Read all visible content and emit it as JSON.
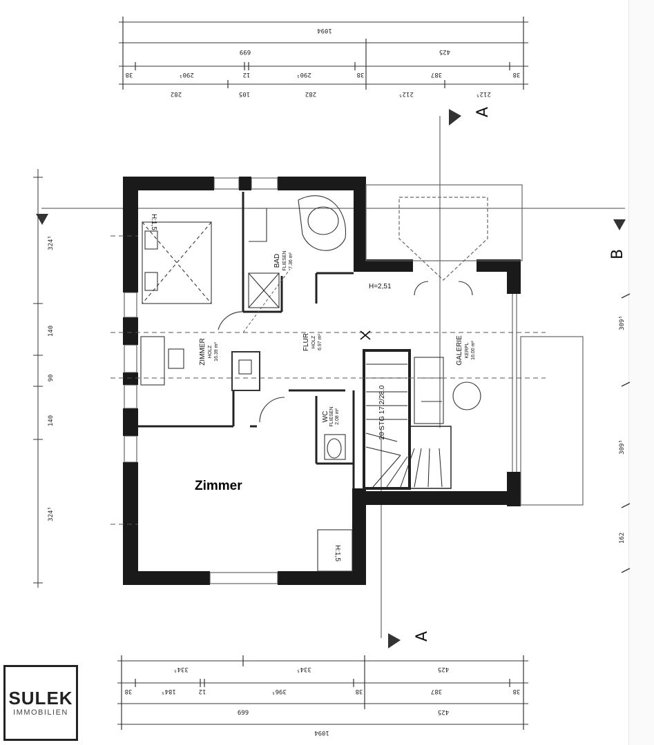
{
  "dimensions": {
    "top_row1": "1094",
    "top_row2": [
      "699",
      "425"
    ],
    "top_row3": [
      "38",
      "290¹",
      "12",
      "290¹",
      "38",
      "387",
      "38"
    ],
    "top_row4": [
      "282",
      "105",
      "282",
      "212⁵",
      "212⁵"
    ],
    "bottom_row1": [
      "334⁵",
      "334⁵",
      "425"
    ],
    "bottom_row2": [
      "38",
      "184⁵",
      "12",
      "396⁵",
      "38",
      "387",
      "38"
    ],
    "bottom_row3": [
      "699",
      "425"
    ],
    "bottom_row4": "1094",
    "left": [
      "324⁵",
      "140",
      "90",
      "140",
      "324⁵"
    ],
    "right": [
      "309⁵",
      "309⁵",
      "162"
    ]
  },
  "rooms": {
    "zimmer_top": {
      "name": "ZIMMER",
      "floor": "HOLZ",
      "area": "16.39 m²"
    },
    "bad": {
      "name": "BAD",
      "floor": "FLIESEN",
      "area": "7.36 m²"
    },
    "flur": {
      "name": "FLUR",
      "floor": "HOLZ",
      "area": "6.97 m²"
    },
    "wc": {
      "name": "WC",
      "floor": "FLIESEN",
      "area": "2.08 m²"
    },
    "galerie": {
      "name": "GALERIE",
      "floor": "KERPL",
      "area": "16.00 m²"
    },
    "stair": {
      "text": "20 STG 17.2/28.0"
    }
  },
  "annotations": {
    "height_bed": "H:1,5",
    "height_lower": "H:1,5",
    "height_flur": "H=2,51"
  },
  "section_marks": {
    "a_top": "A",
    "a_bottom": "A",
    "b_right": "B"
  },
  "overlay_label": "Zimmer",
  "logo": {
    "brand": "SULEK",
    "sub": "IMMOBILIEN"
  },
  "colors": {
    "wall": "#1a1a1a",
    "line": "#333333",
    "paper": "#ffffff"
  }
}
